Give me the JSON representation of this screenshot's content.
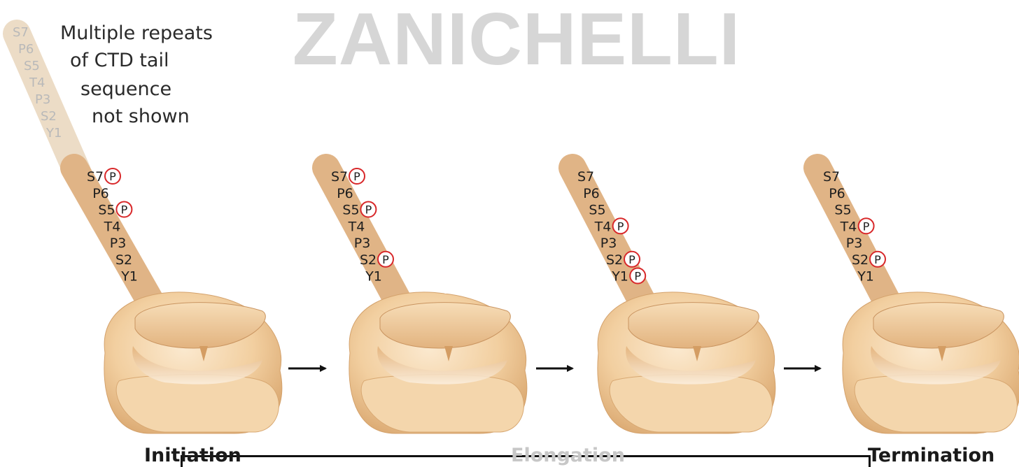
{
  "watermark": "ZANICHELLI",
  "note_lines": [
    "Multiple repeats",
    "of CTD tail",
    "sequence",
    "not shown"
  ],
  "faded_repeat": [
    "S7",
    "P6",
    "S5",
    "T4",
    "P3",
    "S2",
    "Y1"
  ],
  "phosphate_symbol": "P",
  "stages": [
    {
      "residues": [
        "S7",
        "P6",
        "S5",
        "T4",
        "P3",
        "S2",
        "Y1"
      ],
      "phosphorylated": [
        "S7",
        "S5"
      ]
    },
    {
      "residues": [
        "S7",
        "P6",
        "S5",
        "T4",
        "P3",
        "S2",
        "Y1"
      ],
      "phosphorylated": [
        "S7",
        "S5",
        "S2"
      ]
    },
    {
      "residues": [
        "S7",
        "P6",
        "S5",
        "T4",
        "P3",
        "S2",
        "Y1"
      ],
      "phosphorylated": [
        "T4",
        "S2",
        "Y1"
      ]
    },
    {
      "residues": [
        "S7",
        "P6",
        "S5",
        "T4",
        "P3",
        "S2",
        "Y1"
      ],
      "phosphorylated": [
        "T4",
        "S2"
      ]
    }
  ],
  "phase_labels": {
    "initiation": "Initiation",
    "elongation": "Elongation",
    "termination": "Termination"
  },
  "colors": {
    "polymerase": "#f2cfa0",
    "polymerase_shadow": "#d9a873",
    "tail": "#e0b486",
    "tail_faded": "#ecdcc6",
    "phosphate_ring": "#d8282a",
    "watermark": "#d6d6d6"
  }
}
